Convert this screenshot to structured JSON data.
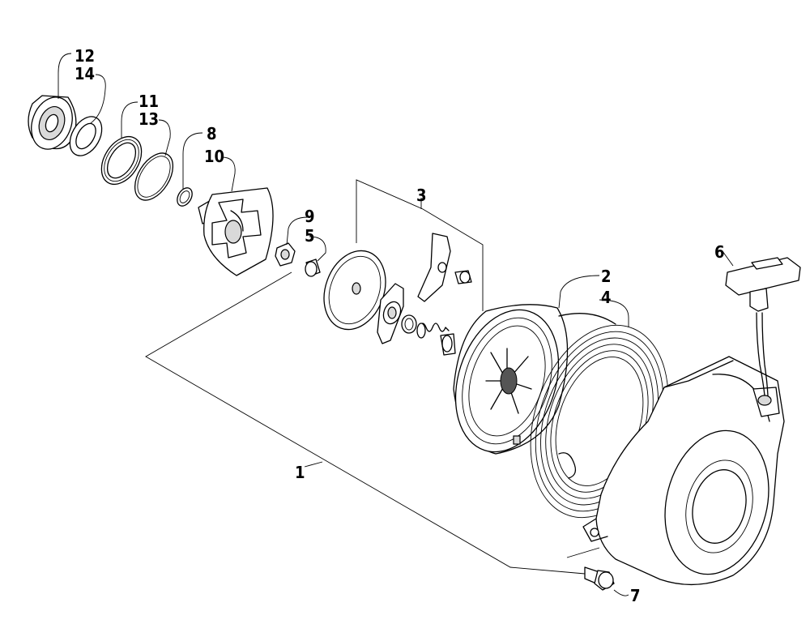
{
  "callouts": [
    {
      "id": "c12",
      "text": "12"
    },
    {
      "id": "c14",
      "text": "14"
    },
    {
      "id": "c11",
      "text": "11"
    },
    {
      "id": "c13",
      "text": "13"
    },
    {
      "id": "c8",
      "text": "8"
    },
    {
      "id": "c10",
      "text": "10"
    },
    {
      "id": "c9",
      "text": "9"
    },
    {
      "id": "c5",
      "text": "5"
    },
    {
      "id": "c3",
      "text": "3"
    },
    {
      "id": "c2",
      "text": "2"
    },
    {
      "id": "c4",
      "text": "4"
    },
    {
      "id": "c6",
      "text": "6"
    },
    {
      "id": "c1",
      "text": "1"
    },
    {
      "id": "c7",
      "text": "7"
    }
  ]
}
